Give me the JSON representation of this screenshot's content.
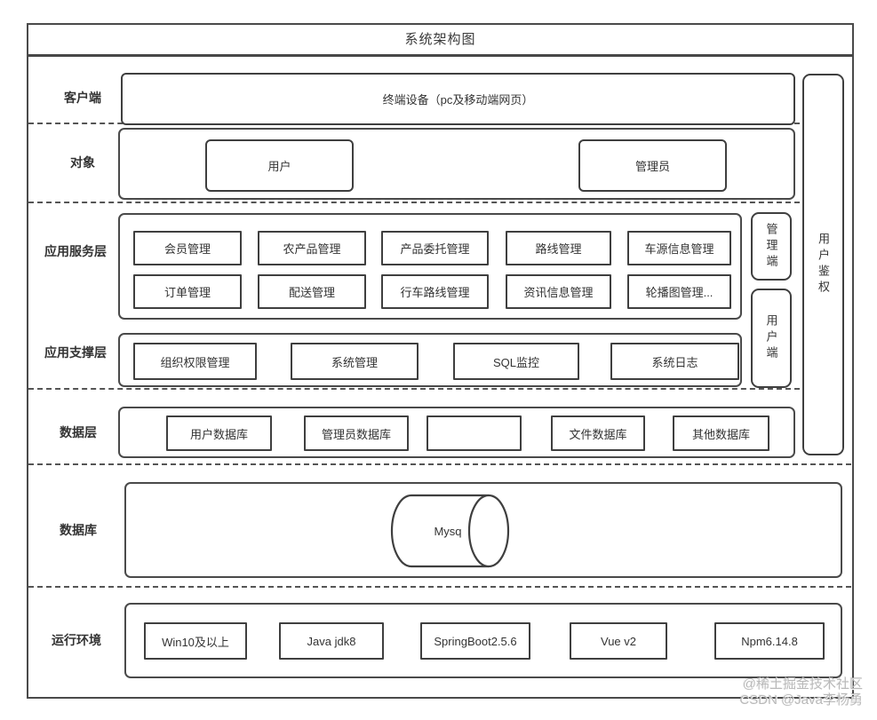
{
  "title": "系统架构图",
  "colors": {
    "stroke": "#4a4a4a",
    "box_stroke": "#3f3f3f",
    "text": "#3a3a3a",
    "watermark": "#b9b9b9"
  },
  "layers": {
    "client": {
      "label": "客户端",
      "terminal": "终端设备（pc及移动端网页）"
    },
    "objects": {
      "label": "对象",
      "items": [
        "用户",
        "管理员"
      ]
    },
    "app_service": {
      "label": "应用服务层",
      "row1": [
        "会员管理",
        "农产品管理",
        "产品委托管理",
        "路线管理",
        "车源信息管理"
      ],
      "row2": [
        "订单管理",
        "配送管理",
        "行车路线管理",
        "资讯信息管理",
        "轮播图管理..."
      ]
    },
    "app_support": {
      "label": "应用支撑层",
      "items": [
        "组织权限管理",
        "系统管理",
        "SQL监控",
        "系统日志"
      ]
    },
    "data_layer": {
      "label": "数据层",
      "items": [
        "用户数据库",
        "管理员数据库",
        "",
        "文件数据库",
        "其他数据库"
      ]
    },
    "database": {
      "label": "数据库",
      "engine": "Mysq"
    },
    "runtime": {
      "label": "运行环境",
      "items": [
        "Win10及以上",
        "Java jdk8",
        "SpringBoot2.5.6",
        "Vue v2",
        "Npm6.14.8"
      ]
    }
  },
  "side": {
    "admin_panel": "管理端",
    "user_panel": "用户端",
    "auth": "用户鉴权"
  },
  "watermark": {
    "line1": "@稀土掘金技术社区",
    "line2": "CSDN @Java李杨勇"
  }
}
